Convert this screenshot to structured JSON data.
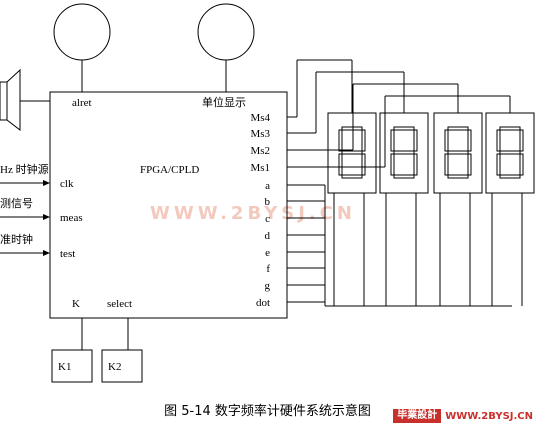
{
  "chip": {
    "name": "FPGA/CPLD"
  },
  "top_labels": {
    "alarm": "alret",
    "unit_display": "单位显示"
  },
  "left_inputs": [
    {
      "port": "clk",
      "signal": "Hz 时钟源"
    },
    {
      "port": "meas",
      "signal": "测信号"
    },
    {
      "port": "test",
      "signal": "准时钟"
    }
  ],
  "ms_ports": [
    "Ms4",
    "Ms3",
    "Ms2",
    "Ms1"
  ],
  "seg_ports": [
    "a",
    "b",
    "c",
    "d",
    "e",
    "f",
    "g",
    "dot"
  ],
  "bottom_ports": [
    "K",
    "select"
  ],
  "keys": [
    "K1",
    "K2"
  ],
  "watermark": "WWW.2BYSJ.CN",
  "caption": "图 5-14 数字频率计硬件系统示意图",
  "badge": {
    "brand": "毕業設計",
    "site": "WWW.2BYSJ.CN"
  },
  "colors": {
    "line": "#000000",
    "watermark": "#f3c9bd",
    "badge": "#c9302c"
  }
}
